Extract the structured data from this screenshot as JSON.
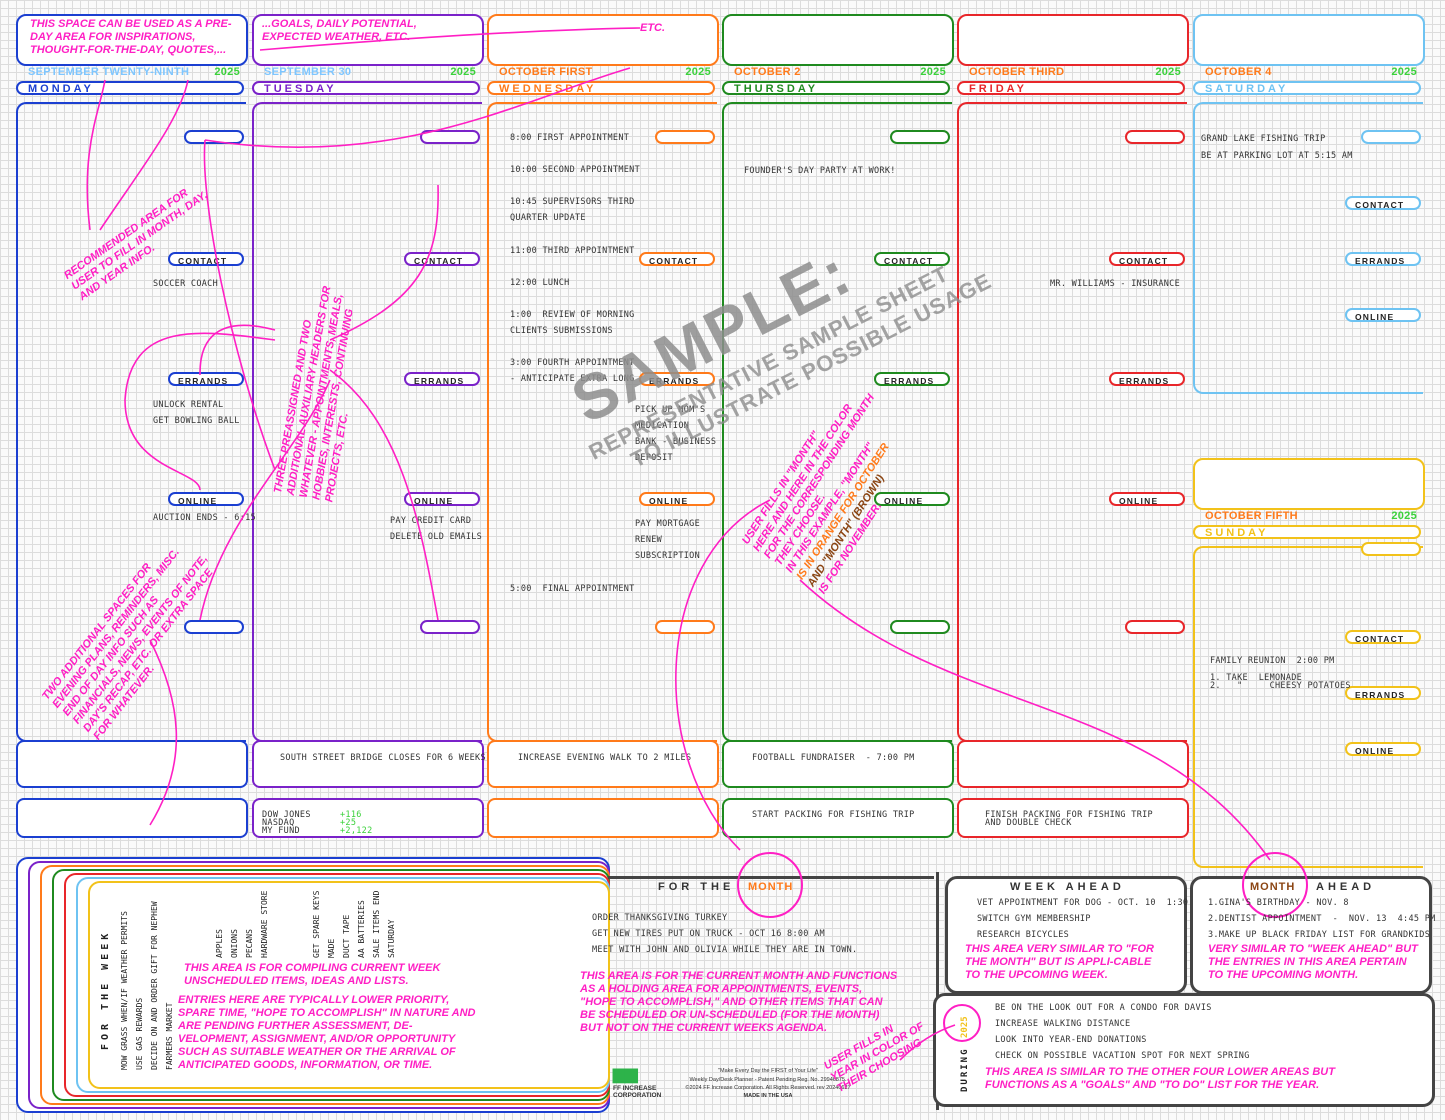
{
  "days": [
    {
      "key": "mon",
      "date": "SEPTEMBER TWENTY-NINTH",
      "year": "2025",
      "name": "MONDAY",
      "color": "#1b3fd1",
      "datecolor": "#7ec6ff"
    },
    {
      "key": "tue",
      "date": "SEPTEMBER 30",
      "year": "2025",
      "name": "TUESDAY",
      "color": "#7a22c9",
      "datecolor": "#7ec6ff"
    },
    {
      "key": "wed",
      "date": "OCTOBER FIRST",
      "year": "2025",
      "name": "WEDNESDAY",
      "color": "#ff7a1a",
      "datecolor": "#ff7a1a"
    },
    {
      "key": "thu",
      "date": "OCTOBER 2",
      "year": "2025",
      "name": "THURSDAY",
      "color": "#1f8a1f",
      "datecolor": "#ff7a1a"
    },
    {
      "key": "fri",
      "date": "OCTOBER THIRD",
      "year": "2025",
      "name": "FRIDAY",
      "color": "#e8262a",
      "datecolor": "#ff7a1a"
    },
    {
      "key": "sat",
      "date": "OCTOBER 4",
      "year": "2025",
      "name": "SATURDAY",
      "color": "#6ec3f2",
      "datecolor": "#ff7a1a"
    },
    {
      "key": "sun",
      "date": "OCTOBER FIFTH",
      "year": "2025",
      "name": "SUNDAY",
      "color": "#f2c21a",
      "datecolor": "#ff7a1a"
    }
  ],
  "tabs": {
    "contact": "CONTACT",
    "errands": "ERRANDS",
    "online": "ONLINE"
  },
  "entries": {
    "mon": {
      "contact": [
        "SOCCER COACH"
      ],
      "errands": [
        "UNLOCK RENTAL",
        "GET BOWLING BALL"
      ],
      "online": [
        "AUCTION ENDS - 6:15"
      ]
    },
    "tue": {
      "online": [
        "PAY CREDIT CARD",
        "DELETE OLD EMAILS"
      ],
      "evening1": "SOUTH STREET BRIDGE CLOSES FOR 6 WEEKS",
      "markets": [
        [
          "DOW JONES",
          "+116"
        ],
        [
          "NASDAQ",
          "+25"
        ],
        [
          "MY FUND",
          "+2,122"
        ]
      ]
    },
    "wed": {
      "appts": [
        "8:00 FIRST APPOINTMENT",
        "10:00 SECOND APPOINTMENT",
        "10:45 SUPERVISORS THIRD",
        "QUARTER UPDATE",
        "11:00 THIRD APPOINTMENT",
        "12:00 LUNCH",
        "1:00  REVIEW OF MORNING",
        "CLIENTS SUBMISSIONS",
        "3:00 FOURTH APPOINTMENT",
        "- ANTICIPATE EXTRA LONG"
      ],
      "errands": [
        "PICK UP MOM'S",
        "MEDICATION",
        "BANK - BUSINESS",
        "DEPOSIT"
      ],
      "online": [
        "PAY MORTGAGE",
        "RENEW",
        "SUBSCRIPTION"
      ],
      "final": "5:00  FINAL APPOINTMENT",
      "evening1": "INCREASE EVENING WALK TO 2 MILES"
    },
    "thu": {
      "top": "FOUNDER'S DAY PARTY AT WORK!",
      "evening1": "FOOTBALL FUNDRAISER  - 7:00 PM",
      "evening2": "START PACKING FOR FISHING TRIP"
    },
    "fri": {
      "contact": "MR. WILLIAMS - INSURANCE",
      "evening2a": "FINISH PACKING FOR FISHING TRIP",
      "evening2b": "AND DOUBLE CHECK"
    },
    "sat": {
      "top1": "GRAND LAKE FISHING TRIP",
      "top2": "BE AT PARKING LOT AT 5:15 AM"
    },
    "sun": {
      "line1": "FAMILY REUNION  2:00 PM",
      "line2": "1. TAKE  LEMONADE",
      "line3": "2.   \"     CHEESY POTATOES"
    }
  },
  "watermark": {
    "big": "SAMPLE:",
    "line1": "REPRESENTATIVE SAMPLE SHEET",
    "line2": "TO ILLUSTRATE POSSIBLE USAGE"
  },
  "annotations": {
    "a1": "THIS SPACE CAN BE USED AS A PRE-DAY AREA FOR INSPIRATIONS, THOUGHT-FOR-THE-DAY, QUOTES,...",
    "a2": "...GOALS, DAILY POTENTIAL, EXPECTED WEATHER, ETC.",
    "a3": "ETC.",
    "a4": "RECOMMENDED AREA FOR USER TO FILL IN MONTH, DAY, AND YEAR INFO.",
    "a5": "THREE PREASSIGNED AND TWO ADDITIONAL AUXILIARY HEADERS FOR WHATEVER - APPOINTMENTS, MEALS, HOBBIES, INTERESTS, CONTINUING PROJECTS, ETC.",
    "a6": "TWO ADDITIONAL SPACES FOR EVENING PLANS, REMINDERS, MISC. END OF DAY INFO SUCH AS FINANCIALS, NEWS, EVENTS OF NOTE, DAY'S RECAP, ETC. OR EXTRA SPACE FOR WHATEVER.",
    "a7a": "USER FILLS IN \"MONTH\"",
    "a7b": "HERE AND HERE IN THE COLOR",
    "a7c": "FOR THE CORRESPONDING MONTH",
    "a7d": "THEY CHOOSE.",
    "a7e": "IN THIS EXAMPLE, \"MONTH\"",
    "a7f": "IS IN ORANGE FOR OCTOBER",
    "a7g": "AND \"MONTH\" (BROWN)",
    "a7h": "IS FOR NOVEMBER.",
    "a8": "THIS AREA IS FOR COMPILING CURRENT WEEK UNSCHEDULED ITEMS, IDEAS AND LISTS.",
    "a9": "ENTRIES HERE ARE TYPICALLY LOWER PRIORITY, SPARE TIME, \"HOPE TO ACCOMPLISH\" IN NATURE AND ARE PENDING FURTHER ASSESSMENT, DE-VELOPMENT, ASSIGNMENT, AND/OR OPPORTUNITY SUCH AS SUITABLE WEATHER OR THE ARRIVAL OF ANTICIPATED GOODS, INFORMATION, OR TIME.",
    "a10": "THIS AREA IS FOR THE CURRENT MONTH AND FUNCTIONS AS A HOLDING AREA FOR APPOINTMENTS, EVENTS, \"HOPE TO ACCOMPLISH,\" AND OTHER ITEMS THAT CAN BE SCHEDULED OR UN-SCHEDULED (FOR THE MONTH) BUT NOT ON THE CURRENT WEEKS AGENDA.",
    "a11": "THIS AREA VERY SIMILAR TO \"FOR THE MONTH\" BUT IS APPLI-CABLE TO THE UPCOMING WEEK.",
    "a12": "VERY SIMILAR TO \"WEEK AHEAD\" BUT THE ENTRIES IN THIS AREA PERTAIN TO THE UPCOMING MONTH.",
    "a13": "USER FILLS IN YEAR IN COLOR OF THEIR CHOOSING",
    "a14": "THIS AREA IS SIMILAR TO THE OTHER FOUR LOWER AREAS BUT FUNCTIONS AS A \"GOALS\" AND \"TO DO\" LIST FOR THE YEAR."
  },
  "forweek": {
    "title": "FOR THE WEEK",
    "items": [
      "MOW GRASS WHEN/IF WEATHER PERMITS",
      "USE GAS REWARDS",
      "DECIDE ON AND ORDER GIFT FOR NEPHEW",
      "FARMERS MARKET",
      "APPLES",
      "ONIONS",
      "PECANS",
      "HARDWARE STORE",
      "GET SPARE KEYS",
      "MADE",
      "DUCT TAPE",
      "AA BATTERIES",
      "SALE ITEMS END",
      "SATURDAY"
    ]
  },
  "formonth": {
    "title": "FOR THE",
    "month": "MONTH",
    "items": [
      "ORDER THANKSGIVING TURKEY",
      "GET NEW TIRES PUT ON TRUCK - OCT 16 8:00 AM",
      "MEET WITH JOHN AND OLIVIA WHILE THEY ARE IN TOWN."
    ]
  },
  "weekahead": {
    "title": "WEEK AHEAD",
    "items": [
      "VET APPOINTMENT FOR DOG - OCT. 10  1:30",
      "SWITCH GYM MEMBERSHIP",
      "RESEARCH BICYCLES"
    ]
  },
  "monthahead": {
    "month": "MONTH",
    "title": "AHEAD",
    "items": [
      "1.GINA'S BIRTHDAY - NOV. 8",
      "2.DENTIST APPOINTMENT  -  NOV. 13  4:45 PM",
      "3.MAKE UP BLACK FRIDAY LIST FOR GRANDKIDS"
    ]
  },
  "during": {
    "label": "DURING",
    "year": "2025",
    "items": [
      "BE ON THE LOOK OUT FOR A CONDO FOR DAVIS",
      "INCREASE WALKING DISTANCE",
      "LOOK INTO YEAR-END DONATIONS",
      "CHECK ON POSSIBLE VACATION SPOT FOR NEXT SPRING"
    ]
  },
  "footer": {
    "logo": "FF INCREASE CORPORATION",
    "tag": "\"Make Every Day the FIRST of Your Life\"",
    "l2": "Weekly Day/Desk Planner - Patent Pending Reg. No. 29946875.",
    "l3": "©2024 FF Increase Corporation. All Rights Reserved. rev 20240627",
    "l4": "MADE IN THE USA"
  }
}
